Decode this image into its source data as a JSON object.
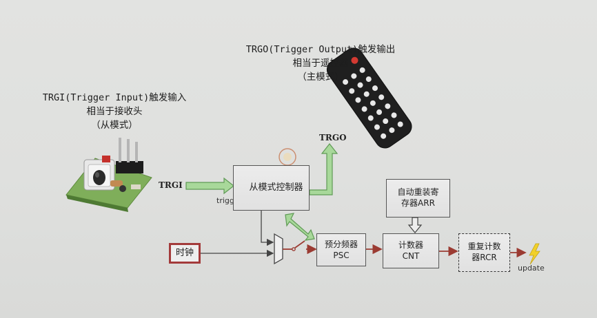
{
  "trgi_caption": {
    "line1": "TRGI(Trigger Input)触发输入",
    "line2": "相当于接收头",
    "line3": "（从模式）"
  },
  "trgo_caption": {
    "line1": "TRGO(Trigger Output)触发输出",
    "line2": "相当于遥控器",
    "line3": "（主模式）"
  },
  "labels": {
    "trgi": "TRGI",
    "trgo": "TRGO",
    "trigger": "trigger",
    "update": "update"
  },
  "blocks": {
    "slave_controller": "从模式控制器",
    "clock": "时钟",
    "prescaler_line1": "预分频器",
    "prescaler_line2": "PSC",
    "counter_line1": "计数器",
    "counter_line2": "CNT",
    "arr_line1": "自动重装寄",
    "arr_line2": "存器ARR",
    "rcr_line1": "重复计数",
    "rcr_line2": "器RCR"
  },
  "colors": {
    "green_arrow": "#a8d89a",
    "green_outline": "#5f9a55",
    "red_line": "#9b3b32",
    "lightning": "#f1d02a",
    "clock_border": "#a33a3a"
  }
}
